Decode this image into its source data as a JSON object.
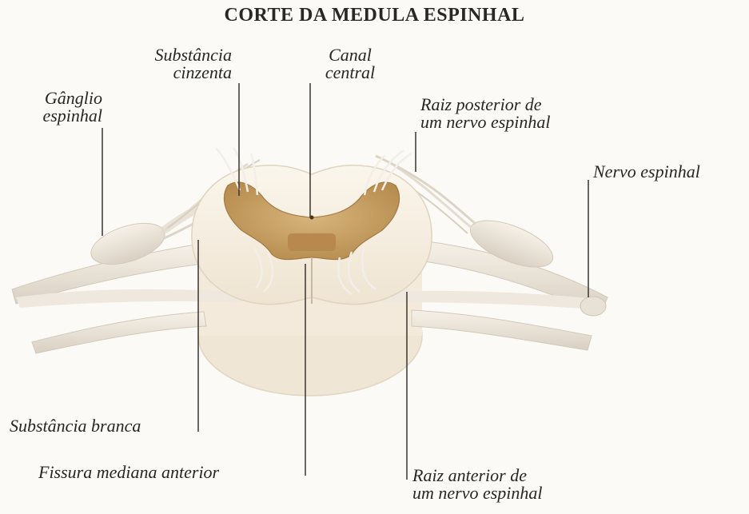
{
  "title": "CORTE DA MEDULA ESPINHAL",
  "labels": {
    "substancia_cinzenta": [
      "Substância",
      "cinzenta"
    ],
    "canal_central": [
      "Canal",
      "central"
    ],
    "ganglio_espinhal": [
      "Gânglio",
      "espinhal"
    ],
    "raiz_posterior": [
      "Raiz posterior de",
      "um nervo espinhal"
    ],
    "nervo_espinhal": "Nervo espinhal",
    "substancia_branca": "Substância branca",
    "fissura_mediana": "Fissura mediana anterior",
    "raiz_anterior": [
      "Raiz anterior de",
      "um nervo espinhal"
    ]
  },
  "colors": {
    "background": "#fbfaf6",
    "gray_matter": "#c9a266",
    "white_matter": "#f7f0e2",
    "nerve": "#ece6dc",
    "leader_line": "#3a3531",
    "text": "#2b2624"
  }
}
